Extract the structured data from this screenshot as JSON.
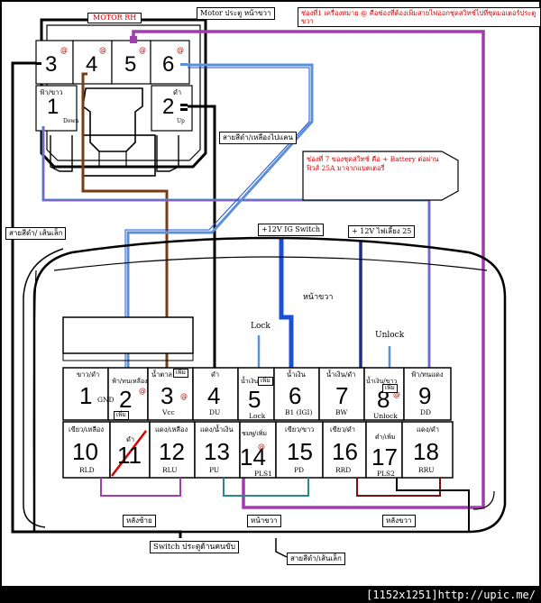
{
  "top_title": "MOTOR RH",
  "top_note": "ช่องที่1 เครื่องหมาย @ คือช่องที่ต้องเพิ่มสายไฟออกชุดสวิทช์ไปที่ชุดมอเตอร์ประตู ขวา",
  "motor_label": "Motor ประตู หน้าขวา",
  "motor_pins": [
    {
      "num": "3",
      "at": "@"
    },
    {
      "num": "4",
      "at": "@"
    },
    {
      "num": "5",
      "at": "@"
    },
    {
      "num": "6",
      "at": "@"
    },
    {
      "num": "1",
      "color": "ฟ้า/ขาว",
      "sub": "Down"
    },
    {
      "num": "2",
      "color": "ดำ",
      "sub": "Up"
    }
  ],
  "wire_label_top": "สายสีดำ/เหลืองไปแคน",
  "red_note": "ช่องที่ 7 ของชุดสวิทช์ คือ + Battery ต่อผ่านฟิวส์ 25A มาจากแบตเตอรี่",
  "left_label": "สายสีดำ/ เส้นเล็ก",
  "ig_switch": "+12V IG Switch",
  "battery_box": "+ 12V ไฟเลี้ยง 25",
  "front_right": "หน้าขวา",
  "lock_label": "Lock",
  "unlock_label": "Unlock",
  "pins": [
    {
      "num": "1",
      "color": "ขาว/ดำ",
      "func": "GND"
    },
    {
      "num": "2",
      "color": "ฟ้า/ทนเหลือง",
      "func": "",
      "tag": "เพิ่ม"
    },
    {
      "num": "3",
      "color": "น้ำตาล",
      "func": "Vcc",
      "tag": "เพิ่ม"
    },
    {
      "num": "4",
      "color": "ดำ",
      "func": "DU"
    },
    {
      "num": "5",
      "color": "น้ำเงิน",
      "func": "Lock",
      "tag": "เพิ่ม"
    },
    {
      "num": "6",
      "color": "น้ำเงิน",
      "func": "B1 (IGI)"
    },
    {
      "num": "7",
      "color": "น้ำเงิน/ดำ",
      "func": "BW"
    },
    {
      "num": "8",
      "color": "น้ำเงิน/ขาว",
      "func": "Unlock",
      "tag": "เพิ่ม"
    },
    {
      "num": "9",
      "color": "ฟ้า/ทนแดง",
      "func": "DD"
    },
    {
      "num": "10",
      "color": "เขียว/เหลือง",
      "func": "RLD"
    },
    {
      "num": "11",
      "color": "ดำ",
      "func": ""
    },
    {
      "num": "12",
      "color": "แดง/เหลือง",
      "func": "RLU"
    },
    {
      "num": "13",
      "color": "แดง/น้ำเงิน",
      "func": "PU"
    },
    {
      "num": "14",
      "color": "ชมพู/เพิ่ม",
      "func": "PLS1"
    },
    {
      "num": "15",
      "color": "เขียว/ขาว",
      "func": "PD"
    },
    {
      "num": "16",
      "color": "เขียว/ดำ",
      "func": "RRD"
    },
    {
      "num": "17",
      "color": "ดำ/เพิ่ม",
      "func": "PLS2"
    },
    {
      "num": "18",
      "color": "แดง/ดำ",
      "func": "RRU"
    }
  ],
  "bottom_labels": {
    "rear_left": "หลังซ้าย",
    "front_right": "หน้าขวา",
    "rear_right": "หลังขวา",
    "switch_box": "Switch ประตูด้านคนขับ",
    "wire_bottom": "สายสีดำ/เส้นเล็ก"
  },
  "colors": {
    "purple": "#a23bb0",
    "brown": "#7a3b10",
    "light_blue": "#5b8fd6",
    "blue": "#1a4fd6",
    "dark_blue": "#1d2f8a",
    "red": "#d00000",
    "teal": "#2a8a8a",
    "maroon": "#7a1010"
  },
  "footer": "[1152x1251]http://upic.me/"
}
